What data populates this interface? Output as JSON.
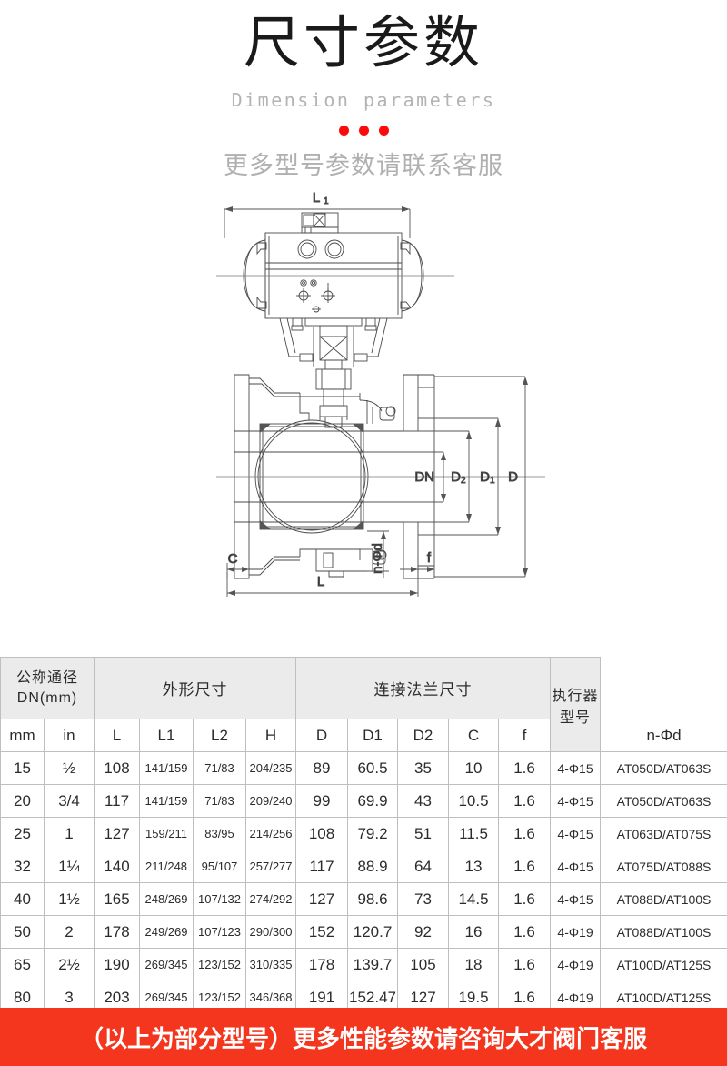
{
  "header": {
    "title_cn": "尺寸参数",
    "title_en": "Dimension parameters",
    "subtitle_cn": "更多型号参数请联系客服",
    "dot_color": "#fb0b0b"
  },
  "drawing": {
    "labels": {
      "L1": "L",
      "L1_sub": "1",
      "DN": "DN",
      "D2": "D",
      "D2_sub": "2",
      "D1": "D",
      "D1_sub": "1",
      "D": "D",
      "C": "C",
      "f": "f",
      "L": "L",
      "ndia": "n-Φd"
    }
  },
  "table": {
    "group_headers": [
      {
        "label": "公称通径\nDN(mm)",
        "line1": "公称通径",
        "line2": "DN(mm)",
        "colspan": 2
      },
      {
        "label": "外形尺寸",
        "colspan": 4
      },
      {
        "label": "连接法兰尺寸",
        "colspan": 5
      },
      {
        "label": "执行器型号",
        "colspan": 1
      }
    ],
    "sub_headers": [
      "mm",
      "in",
      "L",
      "L1",
      "L2",
      "H",
      "D",
      "D1",
      "D2",
      "C",
      "f",
      "n-Φd"
    ],
    "rows": [
      [
        "15",
        "½",
        "108",
        "141/159",
        "71/83",
        "204/235",
        "89",
        "60.5",
        "35",
        "10",
        "1.6",
        "4-Φ15",
        "AT050D/AT063S"
      ],
      [
        "20",
        "3/4",
        "117",
        "141/159",
        "71/83",
        "209/240",
        "99",
        "69.9",
        "43",
        "10.5",
        "1.6",
        "4-Φ15",
        "AT050D/AT063S"
      ],
      [
        "25",
        "1",
        "127",
        "159/211",
        "83/95",
        "214/256",
        "108",
        "79.2",
        "51",
        "11.5",
        "1.6",
        "4-Φ15",
        "AT063D/AT075S"
      ],
      [
        "32",
        "1¼",
        "140",
        "211/248",
        "95/107",
        "257/277",
        "117",
        "88.9",
        "64",
        "13",
        "1.6",
        "4-Φ15",
        "AT075D/AT088S"
      ],
      [
        "40",
        "1½",
        "165",
        "248/269",
        "107/132",
        "274/292",
        "127",
        "98.6",
        "73",
        "14.5",
        "1.6",
        "4-Φ15",
        "AT088D/AT100S"
      ],
      [
        "50",
        "2",
        "178",
        "249/269",
        "107/123",
        "290/300",
        "152",
        "120.7",
        "92",
        "16",
        "1.6",
        "4-Φ19",
        "AT088D/AT100S"
      ],
      [
        "65",
        "2½",
        "190",
        "269/345",
        "123/152",
        "310/335",
        "178",
        "139.7",
        "105",
        "18",
        "1.6",
        "4-Φ19",
        "AT100D/AT125S"
      ],
      [
        "80",
        "3",
        "203",
        "269/345",
        "123/152",
        "346/368",
        "191",
        "152.47",
        "127",
        "19.5",
        "1.6",
        "4-Φ19",
        "AT100D/AT125S"
      ]
    ]
  },
  "banner": {
    "text": "（以上为部分型号）更多性能参数请咨询大才阀门客服",
    "bg_color": "#f5361e",
    "text_color": "#ffffff"
  }
}
